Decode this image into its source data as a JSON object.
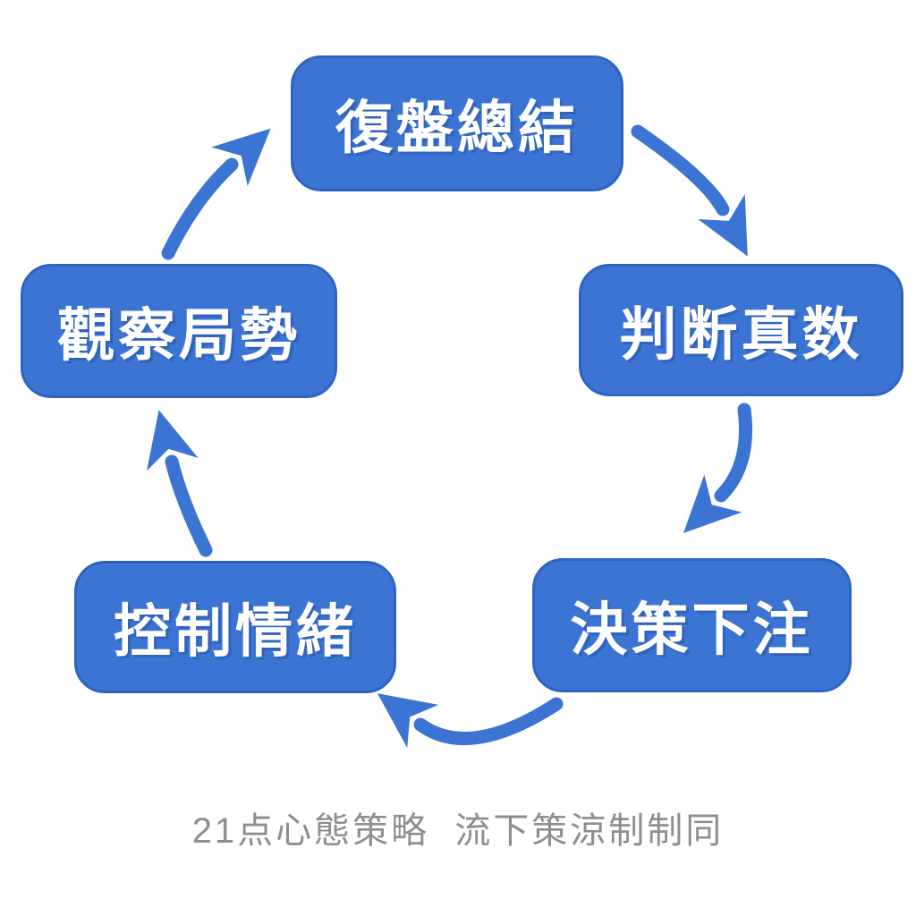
{
  "page": {
    "background_color": "#FFFFFF"
  },
  "diagram": {
    "type": "cycle-flowchart",
    "direction": "clockwise",
    "accent_color": "#3B74D3",
    "accent_dark_color": "#2F63C2",
    "node_text_color": "#FFFFFF",
    "nodes": [
      {
        "id": "review-summarize",
        "position": "top",
        "label": "復盤總結"
      },
      {
        "id": "judge-true-count",
        "position": "right-upper",
        "label": "判断真数"
      },
      {
        "id": "decide-bet",
        "position": "right-lower",
        "label": "決策下注"
      },
      {
        "id": "control-emotions",
        "position": "left-lower",
        "label": "控制情緒"
      },
      {
        "id": "observe-situation",
        "position": "left-upper",
        "label": "觀察局勢"
      }
    ],
    "arrows": [
      {
        "name": "curved-arrow-icon",
        "from": "復盤總結",
        "to": "判断真数"
      },
      {
        "name": "curved-arrow-icon",
        "from": "判断真数",
        "to": "決策下注"
      },
      {
        "name": "curved-arrow-icon",
        "from": "決策下注",
        "to": "控制情緒"
      },
      {
        "name": "curved-arrow-icon",
        "from": "控制情緒",
        "to": "觀察局勢"
      },
      {
        "name": "curved-arrow-icon",
        "from": "觀察局勢",
        "to": "復盤總結"
      }
    ]
  },
  "caption": {
    "text": "21点心態策略 流下策涼制制同",
    "color": "#8E8E8E"
  }
}
